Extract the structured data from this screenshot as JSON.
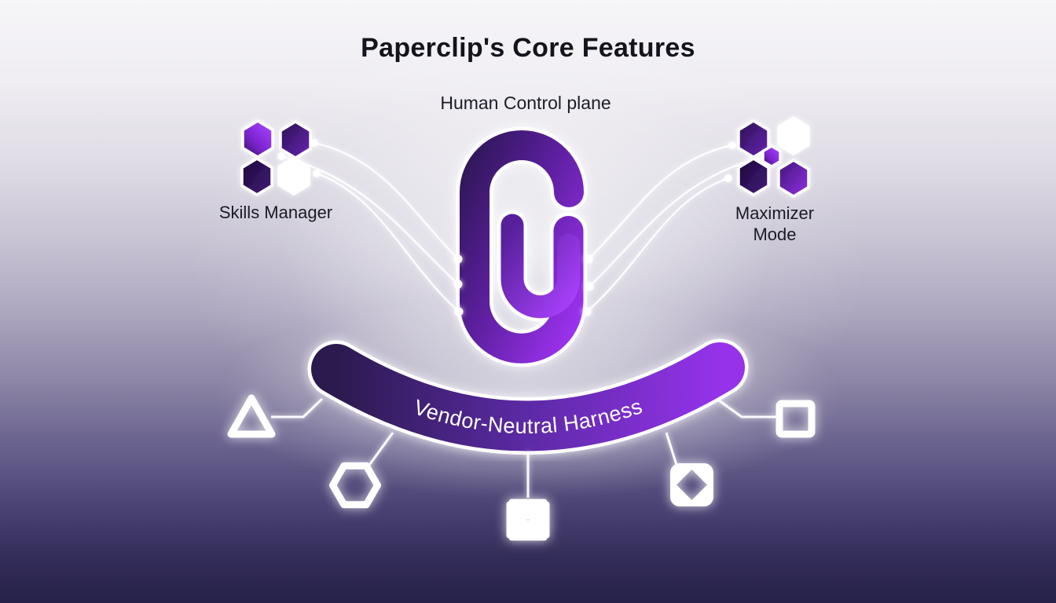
{
  "title": "Paperclip's Core Features",
  "control_plane": {
    "label": "Human Control plane",
    "icon": "paperclip-logo"
  },
  "features": {
    "skills_manager": {
      "label": "Skills Manager",
      "icon": "hexagon-cluster"
    },
    "maximizer_mode": {
      "label": "Maximizer Mode",
      "icon": "hexagon-cluster"
    },
    "harness": {
      "label": "Vendor-Neutral Harness",
      "icon": "curved-band",
      "connected_shapes": [
        "triangle",
        "hexagon",
        "cross-square",
        "diamond-square",
        "square"
      ]
    }
  },
  "colors": {
    "accent_bright": "#9b32ee",
    "accent_mid": "#6b23b5",
    "accent_dark": "#31175c",
    "glow": "#ffffff",
    "text_dark": "#17171f",
    "text_light": "#ffffff",
    "background_top": "#f5f4f7",
    "background_bottom": "#262148"
  }
}
